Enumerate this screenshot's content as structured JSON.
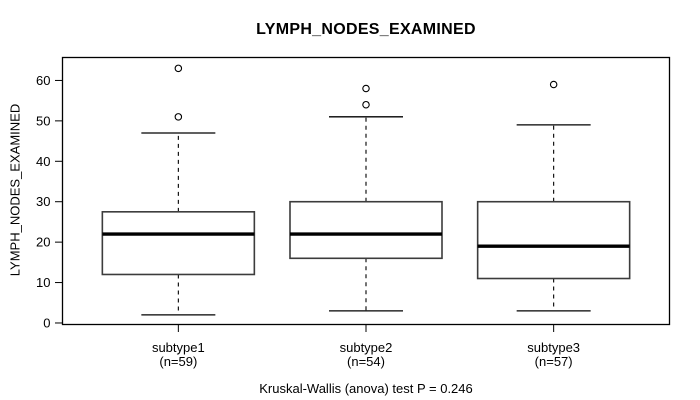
{
  "figure": {
    "title": "LYMPH_NODES_EXAMINED",
    "y_axis_title": "LYMPH_NODES_EXAMINED",
    "footer": "Kruskal-Wallis (anova) test P = 0.246"
  },
  "chart_data": {
    "type": "boxplot",
    "title": "LYMPH_NODES_EXAMINED",
    "xlabel": "",
    "ylabel": "LYMPH_NODES_EXAMINED",
    "footer": "Kruskal-Wallis (anova) test P = 0.246",
    "grid": false,
    "legend": "none",
    "ylim": [
      -0.5,
      65.8
    ],
    "yticks": [
      0,
      10,
      20,
      30,
      40,
      50,
      60
    ],
    "categories": [
      "subtype1",
      "subtype2",
      "subtype3"
    ],
    "category_sublabels": [
      "(n=59)",
      "(n=54)",
      "(n=57)"
    ],
    "series": [
      {
        "name": "subtype1",
        "n": 59,
        "whisker_low": 2,
        "q1": 12,
        "median": 22,
        "q3": 27.5,
        "whisker_high": 47,
        "outliers": [
          51,
          63
        ]
      },
      {
        "name": "subtype2",
        "n": 54,
        "whisker_low": 3,
        "q1": 16,
        "median": 22,
        "q3": 30,
        "whisker_high": 51,
        "outliers": [
          54,
          58
        ]
      },
      {
        "name": "subtype3",
        "n": 57,
        "whisker_low": 3,
        "q1": 11,
        "median": 19,
        "q3": 30,
        "whisker_high": 49,
        "outliers": [
          59
        ]
      }
    ],
    "colors": {
      "background": "#ffffff",
      "frame": "#000000",
      "box_border": "#3c3c3c",
      "box_fill": "#ffffff",
      "median": "#000000",
      "whisker": "#000000",
      "text": "#000000"
    }
  }
}
